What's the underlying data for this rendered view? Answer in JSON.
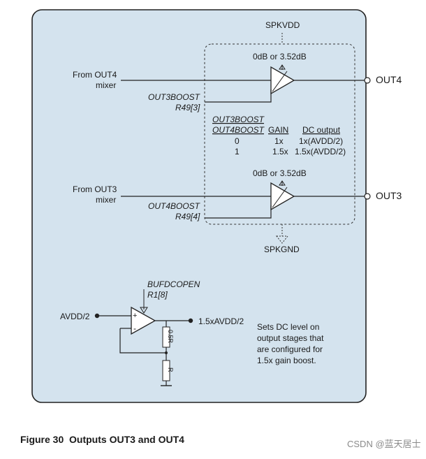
{
  "top": {
    "supply_label": "SPKVDD",
    "ground_label": "SPKGND"
  },
  "amp4": {
    "gain_label": "0dB or 3.52dB",
    "input_label_line1": "From OUT4",
    "input_label_line2": "mixer",
    "boost_label": "OUT3BOOST",
    "boost_reg": "R49[3]",
    "output_label": "OUT4"
  },
  "amp3": {
    "gain_label": "0dB or 3.52dB",
    "input_label_line1": "From OUT3",
    "input_label_line2": "mixer",
    "boost_label": "OUT4BOOST",
    "boost_reg": "R49[4]",
    "output_label": "OUT3"
  },
  "table": {
    "header_row1": "OUT3BOOST",
    "header_row2_col1": "OUT4BOOST",
    "header_col2": "GAIN",
    "header_col3": "DC output",
    "rows": [
      {
        "boost": "0",
        "gain": "1x",
        "dc": "1x(AVDD/2)"
      },
      {
        "boost": "1",
        "gain": "1.5x",
        "dc": "1.5x(AVDD/2)"
      }
    ]
  },
  "buffer": {
    "enable_label": "BUFDCOPEN",
    "enable_reg": "R1[8]",
    "input_label": "AVDD/2",
    "plus_sign": "+",
    "minus_sign": "-",
    "output_label": "1.5xAVDD/2",
    "resistor_top": "0.5R",
    "resistor_bottom": "R",
    "note_line1": "Sets DC level on",
    "note_line2": "output stages that",
    "note_line3": "are configured for",
    "note_line4": "1.5x gain boost."
  },
  "caption": "Figure 30  Outputs OUT3 and OUT4",
  "watermark": "CSDN @蓝天居士",
  "colors": {
    "panel_fill": "#d4e3ee",
    "panel_stroke": "#222222",
    "amp_fill": "#ffffff",
    "line": "#222222"
  }
}
